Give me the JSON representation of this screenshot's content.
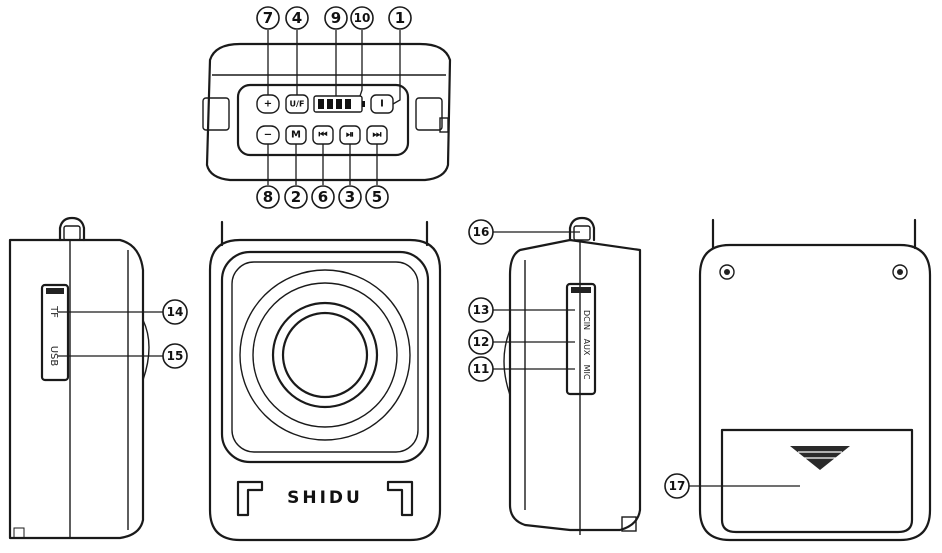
{
  "diagram": {
    "brand_text": "SHIDU",
    "button_labels": {
      "plus": "+",
      "uf": "U/F",
      "power": "I",
      "minus": "−",
      "mode": "M",
      "prev": "⏮",
      "play": "⏯",
      "next": "⏭"
    },
    "port_labels": {
      "tf": "TF",
      "usb": "USB",
      "dcin": "DCIN",
      "aux": "AUX",
      "mic": "MIC"
    },
    "callouts": [
      "1",
      "2",
      "3",
      "4",
      "5",
      "6",
      "7",
      "8",
      "9",
      "10",
      "11",
      "12",
      "13",
      "14",
      "15",
      "16",
      "17"
    ]
  }
}
